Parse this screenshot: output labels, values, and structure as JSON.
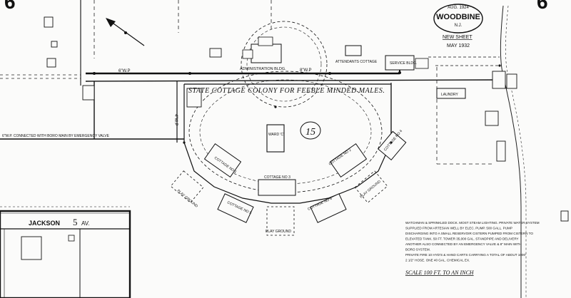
{
  "sheet": {
    "left_number": "6",
    "right_number": "6",
    "town_oval": {
      "date": "AUG. 1924",
      "town": "WOODBINE",
      "state": "N.J."
    },
    "new_sheet": "NEW SHEET",
    "revision_date": "MAY 1932"
  },
  "institution": {
    "title": "STATE COTTAGE COLONY FOR FEEBLE MINDED MALES.",
    "parcel_number": "15"
  },
  "buildings": {
    "administration": "ADMINISTRATION BLDG.",
    "attendants_cottage": "ATTENDANTS COTTAGE",
    "service_bldg": "SERVICE BLDG.",
    "laundry": "LAUNDRY",
    "ward": "WARD 'C'",
    "cottage_1": "COTTAGE NO 1",
    "cottage_2": "COTTAGE NO 2",
    "cottage_3": "COTTAGE NO 3",
    "cottage_4": "COTTAGE NO 4",
    "cottage_5": "COTTAGE NO 5",
    "cottage_6": "COTTAGE NO 6",
    "play_ground_bottom": "PLAY GROUND",
    "play_ground_left": "PLAY GROUND",
    "play_ground_right": "PLAY GROUND"
  },
  "street": {
    "name": "JACKSON",
    "number": "5",
    "suffix": "AV."
  },
  "notes": {
    "water_lines": [
      "WATCHMAN & SPRINKLED DOCK. MOST STEAM LIGHTING. PRIVATE WATER SYSTEM",
      "SUPPLIED FROM ARTESIAN WELL BY ELEC. PUMP. 500 GALL. PUMP",
      "DISCHARGING INTO A SMALL RESERVOIR CISTERN PUMPED FROM CISTERN TO",
      "ELEVATED TANK. 50 FT. TOWER 35,000 GAL. STANDPIPE AND DELIVERY",
      "ANOTHER ALSO CONNECTED BY AN EMERGENCY VALVE & 8\" MAIN WITH",
      "BORO SYSTEM.",
      "PRIVATE FIRE 10 HYD'S & HAND CARTS CARRYING A TOTAL OF ABOUT 1000'",
      "2 1/2\" HOSE. ONE 40 GAL. CHEMICAL EX."
    ],
    "scale": "SCALE 100 FT. TO AN INCH",
    "main_connection": "6\"W.P. CONNECTED WITH BORO MAIN BY EMERGENCY VALVE"
  },
  "pipe_labels": {
    "main": "6\"W.P",
    "branch": "8\"W.P",
    "small": "4\"W.P"
  }
}
